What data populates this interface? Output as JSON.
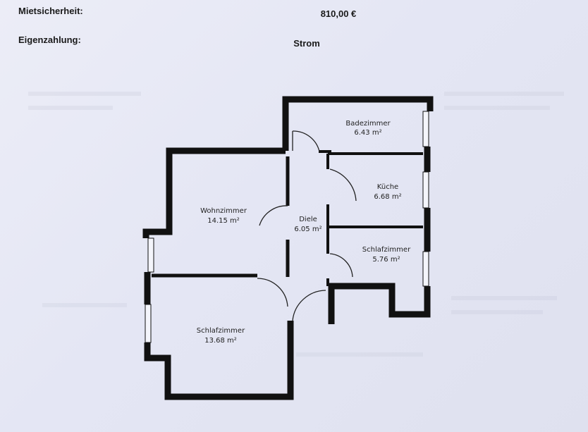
{
  "header": {
    "deposit_label": "Mietsicherheit:",
    "deposit_value": "810,00 €",
    "own_payment_label": "Eigenzahlung:",
    "own_payment_value": "Strom"
  },
  "floorplan": {
    "rooms": {
      "badezimmer": {
        "name": "Badezimmer",
        "area": "6.43 m²"
      },
      "kueche": {
        "name": "Küche",
        "area": "6.68 m²"
      },
      "wohnzimmer": {
        "name": "Wohnzimmer",
        "area": "14.15 m²"
      },
      "diele": {
        "name": "Diele",
        "area": "6.05 m²"
      },
      "schlafzimmer_small": {
        "name": "Schlafzimmer",
        "area": "5.76 m²"
      },
      "schlafzimmer_large": {
        "name": "Schlafzimmer",
        "area": "13.68 m²"
      }
    }
  }
}
